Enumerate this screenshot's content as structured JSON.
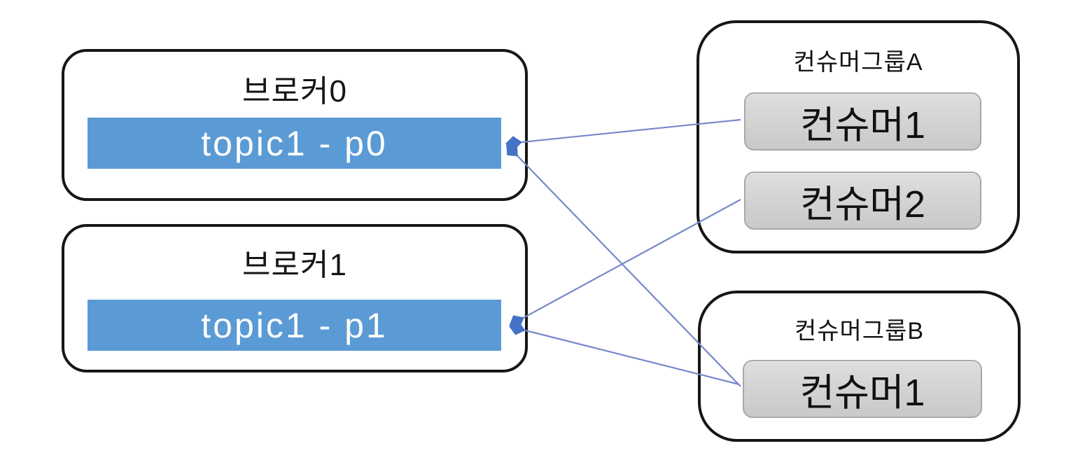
{
  "diagram": {
    "type": "kafka-partition-consumer-group-diagram",
    "background_color": "#ffffff",
    "colors": {
      "partition_bar": "#5b9bd5",
      "partition_text": "#ffffff",
      "edge_line": "#7688c9",
      "arrowhead": "#4472c4",
      "outer_border": "#161616",
      "consumer_box_border": "#a8a8a8",
      "consumer_box_fill": "#d2d2d2"
    },
    "brokers": [
      {
        "title": "브로커0",
        "partition": "topic1 - p0"
      },
      {
        "title": "브로커1",
        "partition": "topic1 - p1"
      }
    ],
    "consumer_groups": [
      {
        "title": "컨슈머그룹A",
        "consumers": [
          "컨슈머1",
          "컨슈머2"
        ]
      },
      {
        "title": "컨슈머그룹B",
        "consumers": [
          "컨슈머1"
        ]
      }
    ],
    "edges": [
      {
        "from": "컨슈머그룹A / 컨슈머1",
        "to": "브로커0 / topic1 - p0"
      },
      {
        "from": "컨슈머그룹A / 컨슈머2",
        "to": "브로커1 / topic1 - p1"
      },
      {
        "from": "컨슈머그룹B / 컨슈머1",
        "to": "브로커0 / topic1 - p0"
      },
      {
        "from": "컨슈머그룹B / 컨슈머1",
        "to": "브로커1 / topic1 - p1"
      }
    ]
  }
}
